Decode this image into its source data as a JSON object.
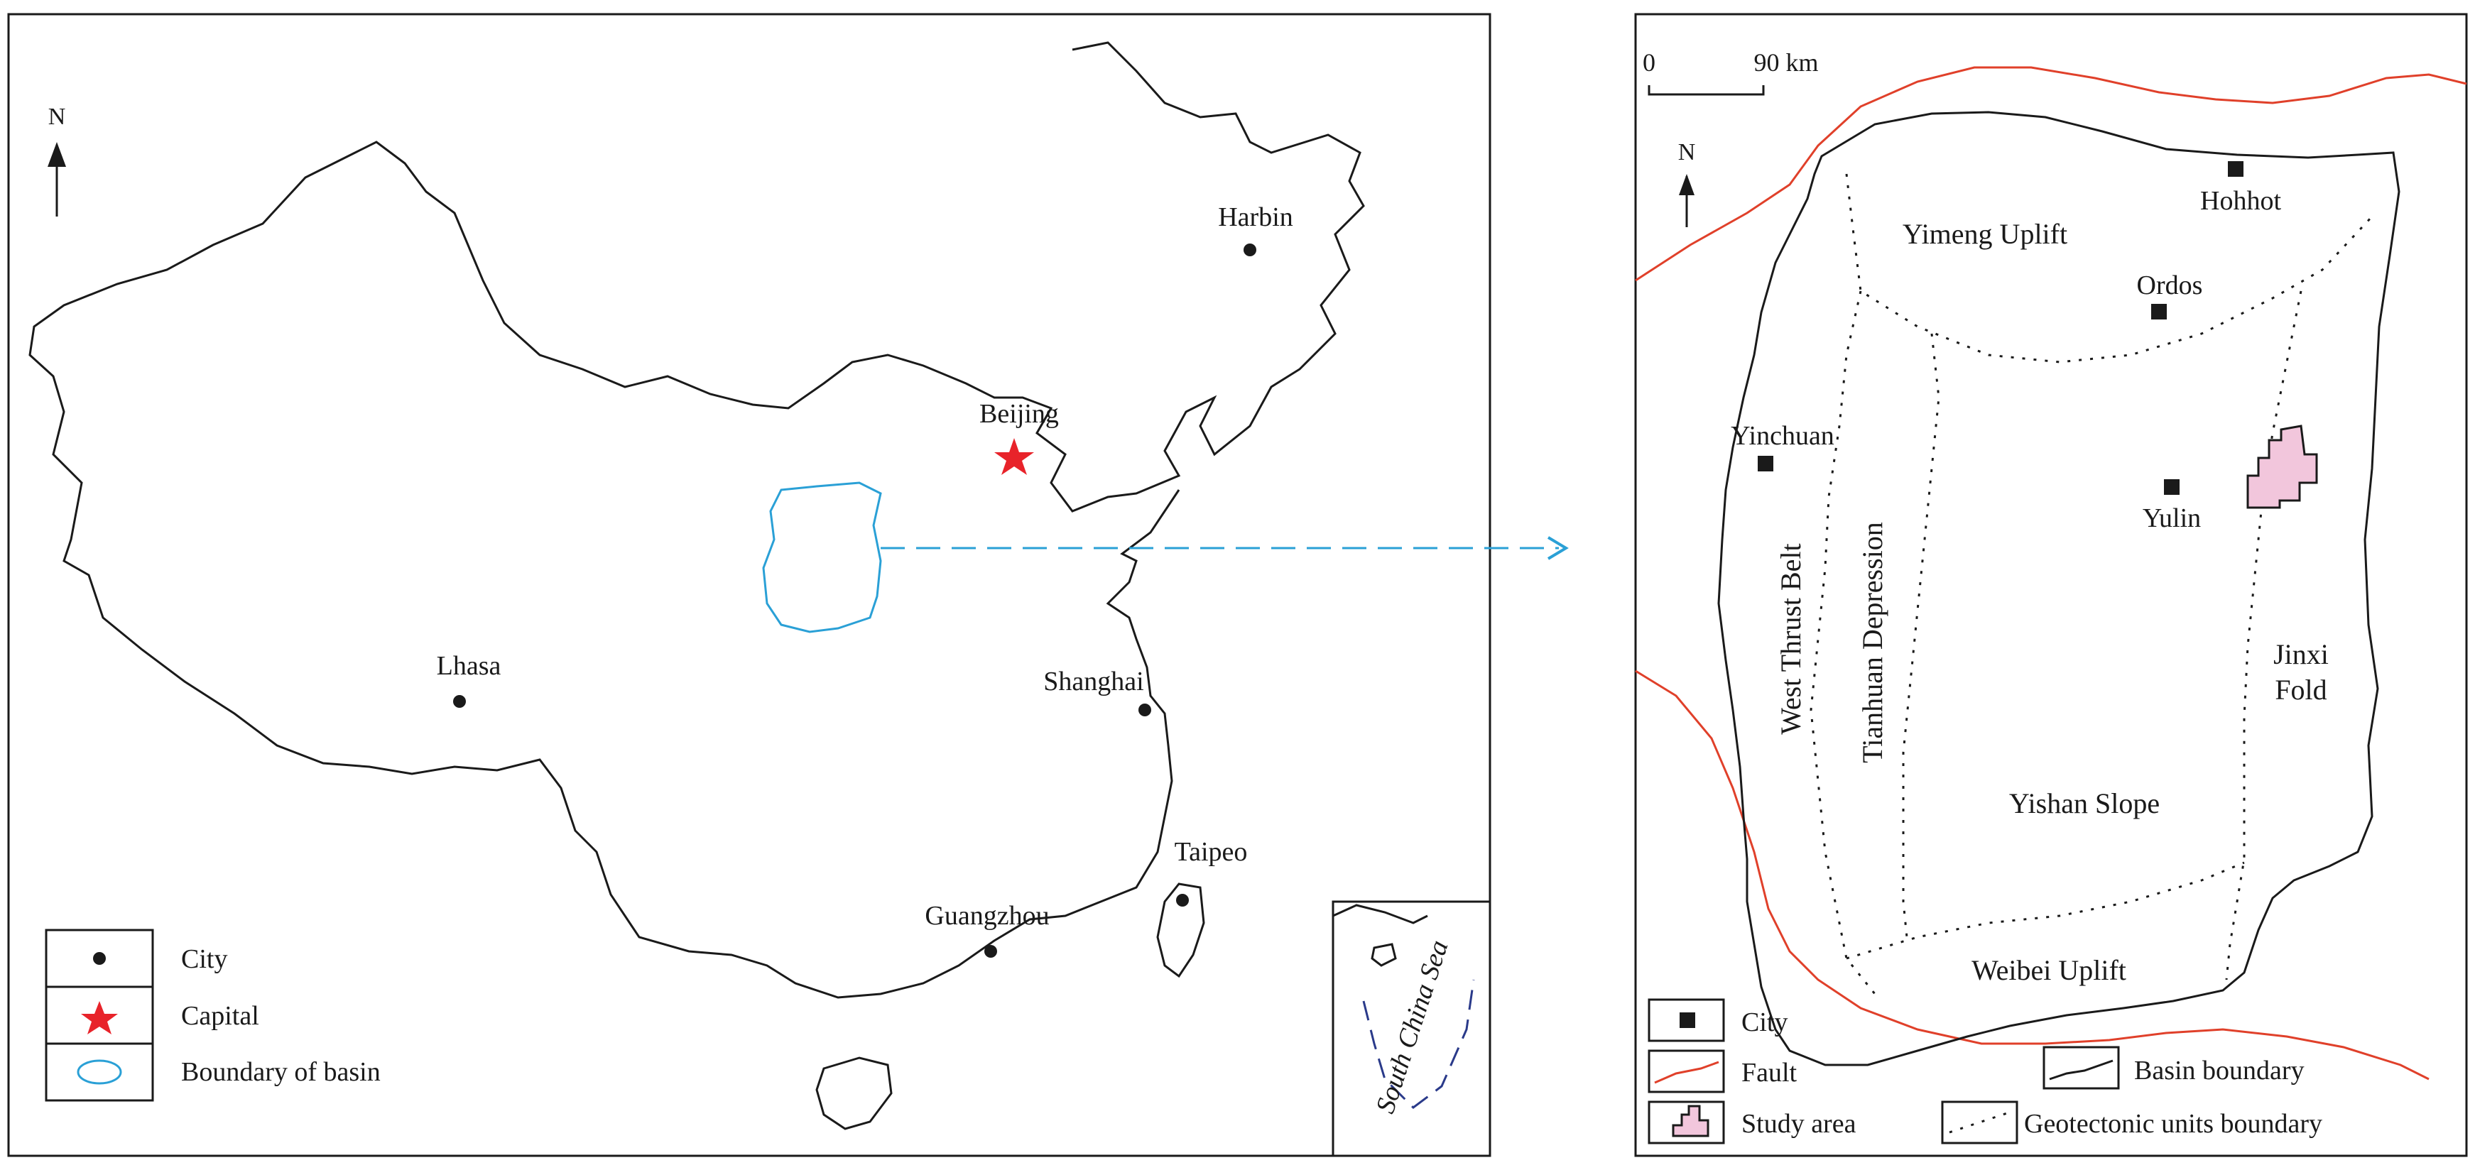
{
  "left_map": {
    "north_label": "N",
    "cities": [
      {
        "name": "Harbin"
      },
      {
        "name": "Lhasa"
      },
      {
        "name": "Shanghai"
      },
      {
        "name": "Guangzhou"
      },
      {
        "name": "Taipeo"
      }
    ],
    "capital": {
      "name": "Beijing"
    },
    "inset_label": "South China Sea",
    "legend": [
      {
        "label": "City"
      },
      {
        "label": "Capital"
      },
      {
        "label": "Boundary of basin"
      }
    ]
  },
  "right_map": {
    "north_label": "N",
    "scale": {
      "start": "0",
      "end": "90 km"
    },
    "cities": [
      {
        "name": "Hohhot"
      },
      {
        "name": "Ordos"
      },
      {
        "name": "Yinchuan"
      },
      {
        "name": "Yulin"
      }
    ],
    "units": {
      "yimeng": "Yimeng Uplift",
      "west_thrust": "West Thrust Belt",
      "tianhuan": "Tianhuan Depression",
      "yishan": "Yishan Slope",
      "jinxi_line1": "Jinxi",
      "jinxi_line2": "Fold",
      "weibei": "Weibei Uplift"
    },
    "legend": [
      {
        "label": "City"
      },
      {
        "label": "Fault"
      },
      {
        "label": "Study area"
      },
      {
        "label": "Basin boundary"
      },
      {
        "label": "Geotectonic units boundary"
      }
    ]
  },
  "colors": {
    "frame": "#1a1a1a",
    "capital_star": "#e8232a",
    "basin_outline": "#2aa0d6",
    "fault": "#e0402a",
    "study_area_fill": "#f2c6dc"
  }
}
